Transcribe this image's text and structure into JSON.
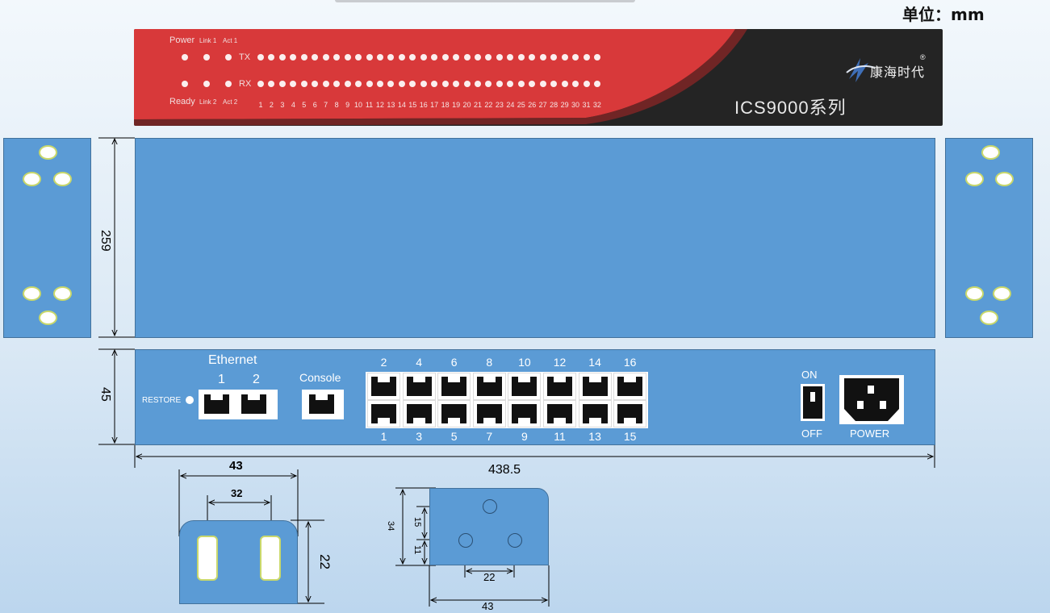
{
  "header": {
    "unit_label": "单位：mm"
  },
  "front_panel": {
    "status_labels": {
      "power": "Power",
      "link1": "Link 1",
      "act1": "Act 1",
      "ready": "Ready",
      "link2": "Link 2",
      "act2": "Act 2",
      "tx": "TX",
      "rx": "RX"
    },
    "port_numbers": [
      "1",
      "2",
      "3",
      "4",
      "5",
      "6",
      "7",
      "8",
      "9",
      "10",
      "11",
      "12",
      "13",
      "14",
      "15",
      "16",
      "17",
      "18",
      "19",
      "20",
      "21",
      "22",
      "23",
      "24",
      "25",
      "26",
      "27",
      "28",
      "29",
      "30",
      "31",
      "32"
    ],
    "brand": "康海时代",
    "brand_mark": "®",
    "model": "ICS9000系列",
    "colors": {
      "panel_red": "#d8393a",
      "panel_dark": "#242424"
    }
  },
  "top_view": {
    "depth_label": "259",
    "color": "#5b9bd5"
  },
  "rear_panel": {
    "height_label": "45",
    "restore_label": "RESTORE",
    "ethernet_title": "Ethernet",
    "ethernet_ports": [
      "1",
      "2"
    ],
    "console_label": "Console",
    "serial_top": [
      "2",
      "4",
      "6",
      "8",
      "10",
      "12",
      "14",
      "16"
    ],
    "serial_bottom": [
      "1",
      "3",
      "5",
      "7",
      "9",
      "11",
      "13",
      "15"
    ],
    "switch_on": "ON",
    "switch_off": "OFF",
    "power_label": "POWER"
  },
  "dimensions": {
    "width_label": "438.5",
    "bracket_left": {
      "outer_width": "43",
      "slot_spacing": "32",
      "height": "22"
    },
    "bracket_right": {
      "height_total": "34",
      "upper_offset": "15",
      "lower_offset": "11",
      "hole_spacing": "22",
      "width": "43"
    }
  }
}
